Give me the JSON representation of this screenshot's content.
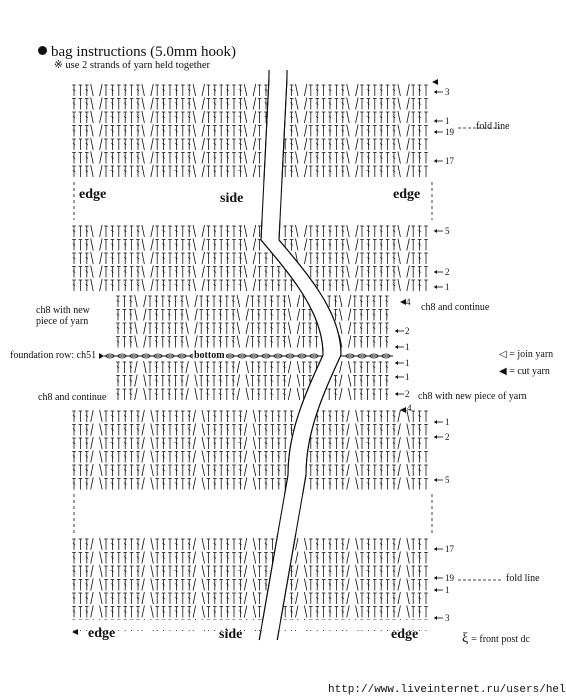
{
  "title": "bag instructions (5.0mm hook)",
  "subtitle": "※ use 2 strands of yarn held together",
  "labels": {
    "edge": "edge",
    "side": "side",
    "bottom": "bottom",
    "fold_line": "fold line",
    "foundation_row": "foundation row: ch51",
    "ch8_new_yarn_left": "ch8 with new piece of yarn",
    "ch8_continue_right": "ch8 and continue",
    "ch8_continue_left": "ch8 and continue",
    "ch8_new_yarn_right": "ch8 with new piece of yarn"
  },
  "legend": {
    "join_yarn": "◁ = join yarn",
    "cut_yarn": "◀ = cut yarn",
    "front_post_dc": "= front post dc"
  },
  "row_numbers": {
    "top_3": "3",
    "top_1": "1",
    "top_19": "19",
    "top_17": "17",
    "mid_5": "5",
    "mid_2": "2",
    "mid_1": "1",
    "mid_4": "4",
    "c_2a": "2",
    "c_1a": "1",
    "c_1b": "1",
    "c_1c": "1",
    "c_2b": "2",
    "c_4": "4",
    "low_1": "1",
    "low_2": "2",
    "low_5": "5",
    "bot_17": "17",
    "bot_19": "19",
    "bot_1": "1",
    "bot_3": "3"
  },
  "watermark": "http://www.liveinternet.ru/users/helam/",
  "colors": {
    "ink": "#111111",
    "paper": "#ffffff"
  }
}
